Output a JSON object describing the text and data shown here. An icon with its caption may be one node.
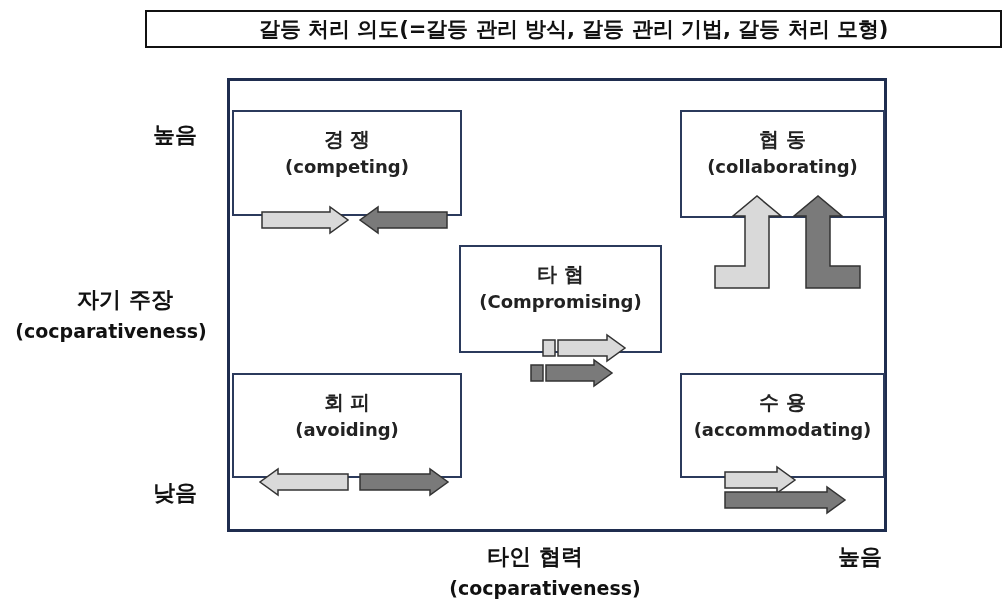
{
  "diagram": {
    "title": "갈등 처리 의도(=갈등 관리 방식, 갈등 관리 기법, 갈등 처리 모형)",
    "nodes": [
      {
        "text": [],
        "shape": "box"
      },
      {
        "text": [
          "경 쟁",
          "(competing)"
        ],
        "in": 0
      },
      {
        "text": [
          "협 동",
          "(collaborating)"
        ],
        "in": 0
      },
      {
        "text": [
          "타 협",
          "(Compromising)"
        ],
        "in": 0
      },
      {
        "text": [
          "회 피",
          "(avoiding)"
        ],
        "in": 0
      },
      {
        "text": [
          "수 용",
          "(accommodating)"
        ],
        "in": 0
      }
    ],
    "labels": [
      "높음",
      "자기 주장",
      "(cocparativeness)",
      "낮음",
      "타인 협력",
      "(cocparativeness)",
      "높음"
    ]
  }
}
